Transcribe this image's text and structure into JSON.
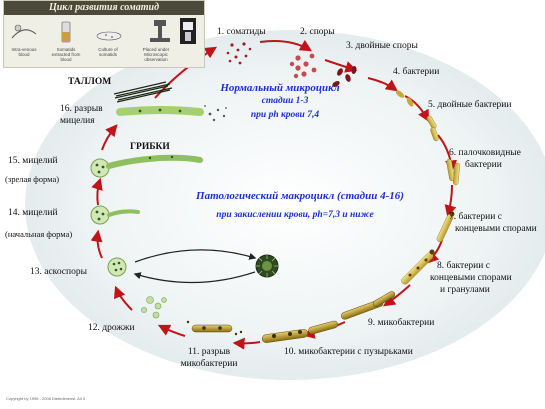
{
  "header": {
    "title": "Цикл развития соматид",
    "captions": [
      "Intra-venous blood",
      "Somatids extracted from blood",
      "Culture of somatids",
      "Placed under Microscopic observation"
    ]
  },
  "labels": {
    "thallus": "ТАЛЛОМ",
    "fungi": "ГРИБКИ",
    "normal_title": "Нормальный микроцикл",
    "normal_stages": "стадии 1-3",
    "normal_ph": "при ph крови 7,4",
    "path_title": "Патологический макроцикл (стадии 4-16)",
    "path_condition": "при закислении крови, ph=7,3 и ниже",
    "copyright": "Copyright by 1996 - 2006 Dietedimensi. All II"
  },
  "stages": [
    {
      "line1": "1. соматиды",
      "line2": ""
    },
    {
      "line1": "2. споры",
      "line2": ""
    },
    {
      "line1": "3. двойные споры",
      "line2": ""
    },
    {
      "line1": "4. бактерии",
      "line2": ""
    },
    {
      "line1": "5. двойные бактерии",
      "line2": ""
    },
    {
      "line1": "6. палочковидные",
      "line2": "бактерии"
    },
    {
      "line1": "7. бактерии с",
      "line2": "концевыми спорами"
    },
    {
      "line1": "8. бактерии с",
      "line2": "концевыми спорами",
      "line3": "и гранулами"
    },
    {
      "line1": "9. микобактерии",
      "line2": ""
    },
    {
      "line1": "10. микобактерии с пузырьками",
      "line2": ""
    },
    {
      "line1": "11. разрыв",
      "line2": "микобактерии"
    },
    {
      "line1": "12. дрожжи",
      "line2": ""
    },
    {
      "line1": "13. аскоспоры",
      "line2": ""
    },
    {
      "line1": "14. мицелий",
      "line2": "(начальная форма)"
    },
    {
      "line1": "15. мицелий",
      "line2": "(зрелая форма)"
    },
    {
      "line1": "16. разрыв",
      "line2": "мицелия"
    }
  ]
}
